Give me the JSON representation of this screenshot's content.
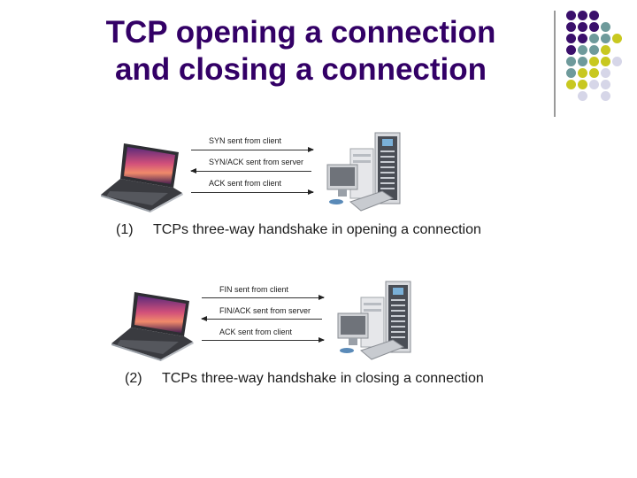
{
  "slide": {
    "title_line1": "TCP opening a connection",
    "title_line2": "and closing a connection",
    "colors": {
      "title": "#330066",
      "purple": "#3a0f6b",
      "teal": "#6e9a9b",
      "yellow": "#c8c820",
      "lavender": "#d6d6e8"
    }
  },
  "decoration": {
    "dot_rows": [
      [
        "P",
        "P",
        "P",
        "",
        ""
      ],
      [
        "P",
        "P",
        "P",
        "T",
        ""
      ],
      [
        "P",
        "P",
        "T",
        "T",
        "Y"
      ],
      [
        "P",
        "T",
        "T",
        "Y",
        ""
      ],
      [
        "T",
        "T",
        "Y",
        "Y",
        "L"
      ],
      [
        "T",
        "Y",
        "Y",
        "L",
        ""
      ],
      [
        "Y",
        "Y",
        "L",
        "L",
        ""
      ],
      [
        "",
        "L",
        "",
        "L",
        ""
      ]
    ]
  },
  "diagrams": [
    {
      "client_icon": "laptop-icon",
      "server_icon": "server-workstation-icon",
      "messages": [
        {
          "label": "SYN sent from client",
          "direction": "right"
        },
        {
          "label": "SYN/ACK sent from server",
          "direction": "left"
        },
        {
          "label": "ACK sent from client",
          "direction": "right"
        }
      ],
      "caption_num": "(1)",
      "caption_text": "TCPs three-way handshake in opening a connection"
    },
    {
      "client_icon": "laptop-icon",
      "server_icon": "server-workstation-icon",
      "messages": [
        {
          "label": "FIN sent from client",
          "direction": "right"
        },
        {
          "label": "FIN/ACK sent from server",
          "direction": "left"
        },
        {
          "label": "ACK sent from client",
          "direction": "right"
        }
      ],
      "caption_num": "(2)",
      "caption_text": "TCPs three-way handshake in closing a connection"
    }
  ]
}
